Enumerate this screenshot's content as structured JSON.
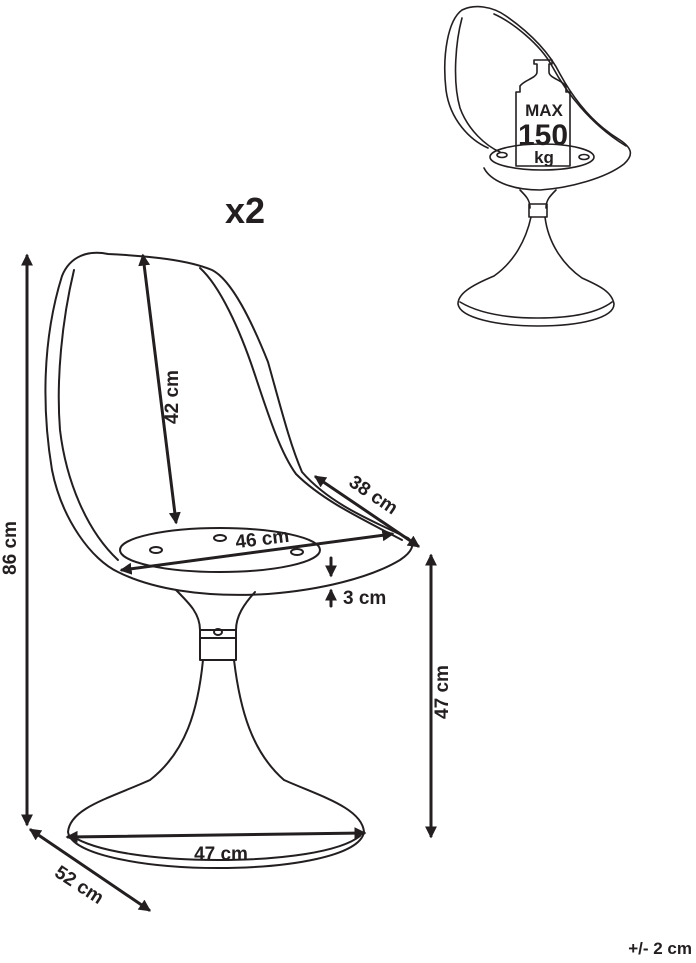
{
  "quantity_label": "x2",
  "weight_badge": {
    "line1": "MAX",
    "line2": "150",
    "line3": "kg"
  },
  "dimensions": {
    "height_total": "86 cm",
    "backrest": "42 cm",
    "seat_depth": "38 cm",
    "seat_width": "46 cm",
    "seat_thickness": "3 cm",
    "seat_height": "47 cm",
    "base_diameter": "47 cm",
    "base_depth": "52 cm"
  },
  "tolerance": "+/- 2 cm",
  "colors": {
    "ink": "#231f20",
    "background": "#ffffff"
  }
}
